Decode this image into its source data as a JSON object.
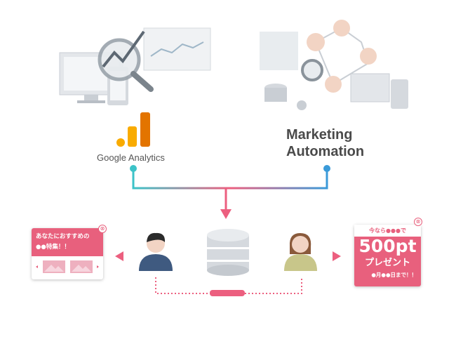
{
  "left_source": {
    "label": "Google Analytics"
  },
  "right_source": {
    "label_line1": "Marketing",
    "label_line2": "Automation"
  },
  "left_popup": {
    "line1": "あなたにおすすめの",
    "line2": "●●特集！！",
    "close": "⊗"
  },
  "right_popup": {
    "top": "今なら●●●で",
    "big": "500pt",
    "mid": "プレゼント",
    "bottom": "●月●●日まで！！",
    "close": "⊗"
  },
  "colors": {
    "accent": "#e8607d",
    "teal": "#3cc3c8",
    "blue": "#3a9ad9"
  }
}
